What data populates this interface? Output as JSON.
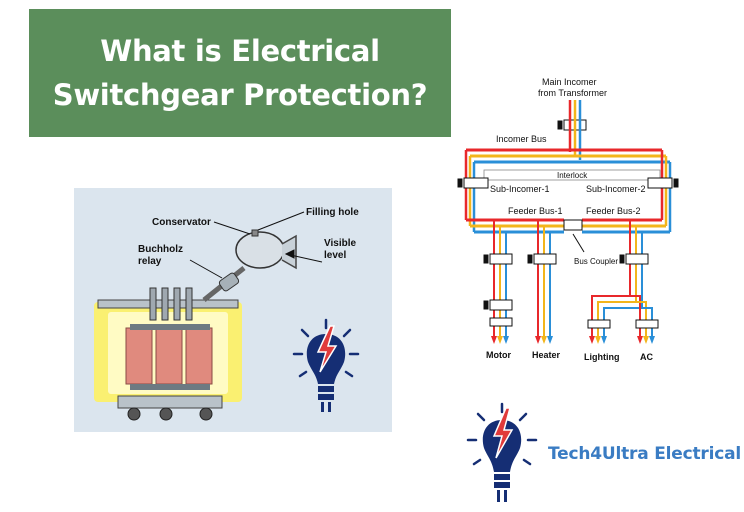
{
  "banner": {
    "line1": "What is Electrical",
    "line2": "Switchgear Protection?"
  },
  "transformer": {
    "labels": {
      "conservator": "Conservator",
      "filling_hole": "Filling hole",
      "buchholz_line1": "Buchholz",
      "buchholz_line2": "relay",
      "visible_line1": "Visible",
      "visible_line2": "level"
    }
  },
  "switchgear": {
    "labels": {
      "main_incomer_line1": "Main Incomer",
      "main_incomer_line2": "from Transformer",
      "incomer_bus": "Incomer Bus",
      "interlock": "Interlock",
      "sub_incomer_1": "Sub-Incomer-1",
      "sub_incomer_2": "Sub-Incomer-2",
      "feeder_bus_1": "Feeder Bus-1",
      "feeder_bus_2": "Feeder Bus-2",
      "bus_coupler": "Bus Coupler",
      "motor": "Motor",
      "heater": "Heater",
      "lighting": "Lighting",
      "ac": "AC"
    },
    "phase_colors": {
      "red": "#e8282b",
      "yellow": "#f3b51b",
      "blue": "#2a8fd8"
    }
  },
  "brand": {
    "name": "Tech4Ultra Electrical",
    "color": "#3a7cc3",
    "icon": "lightbulb-plug-icon"
  },
  "colors": {
    "banner_bg": "#5b8e5b",
    "panel_bg": "#dbe5ee",
    "tank_glow": "#fff25a",
    "accent_red": "#e13b3b",
    "accent_navy": "#152e74"
  }
}
